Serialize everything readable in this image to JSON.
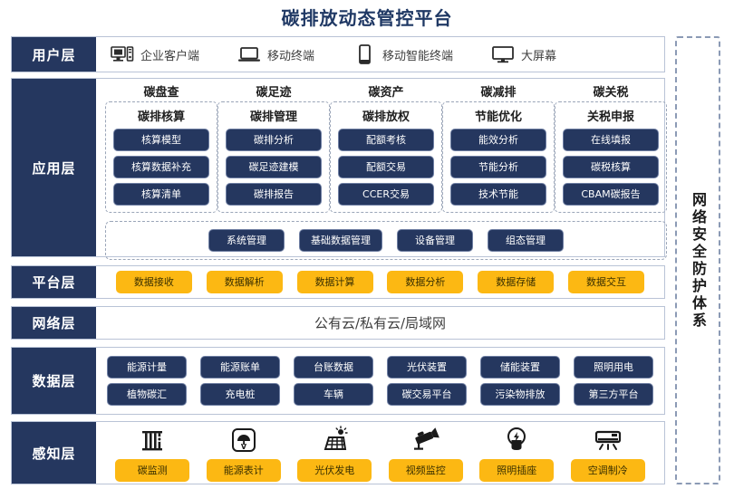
{
  "title": "碳排放动态管控平台",
  "security_panel": {
    "label": "网络安全防护体系"
  },
  "layers": {
    "user": {
      "label": "用户层",
      "items": [
        {
          "icon": "desktop-tower-icon",
          "label": "企业客户端"
        },
        {
          "icon": "laptop-icon",
          "label": "移动终端"
        },
        {
          "icon": "smartphone-icon",
          "label": "移动智能终端"
        },
        {
          "icon": "monitor-icon",
          "label": "大屏幕"
        }
      ]
    },
    "application": {
      "label": "应用层",
      "groups": [
        {
          "title": "碳盘查",
          "subtitle": "碳排核算",
          "items": [
            "核算模型",
            "核算数据补充",
            "核算清单"
          ]
        },
        {
          "title": "碳足迹",
          "subtitle": "碳排管理",
          "items": [
            "碳排分析",
            "碳足迹建模",
            "碳排报告"
          ]
        },
        {
          "title": "碳资产",
          "subtitle": "碳排放权",
          "items": [
            "配额考核",
            "配额交易",
            "CCER交易"
          ]
        },
        {
          "title": "碳减排",
          "subtitle": "节能优化",
          "items": [
            "能效分析",
            "节能分析",
            "技术节能"
          ]
        },
        {
          "title": "碳关税",
          "subtitle": "关税申报",
          "items": [
            "在线填报",
            "碳税核算",
            "CBAM碳报告"
          ]
        }
      ],
      "management": [
        "系统管理",
        "基础数据管理",
        "设备管理",
        "组态管理"
      ]
    },
    "platform": {
      "label": "平台层",
      "items": [
        "数据接收",
        "数据解析",
        "数据计算",
        "数据分析",
        "数据存储",
        "数据交互"
      ]
    },
    "network": {
      "label": "网络层",
      "text": "公有云/私有云/局域网"
    },
    "data": {
      "label": "数据层",
      "row1": [
        "能源计量",
        "能源账单",
        "台账数据",
        "光伏装置",
        "储能装置",
        "照明用电"
      ],
      "row2": [
        "植物碳汇",
        "充电桩",
        "车辆",
        "碳交易平台",
        "污染物排放",
        "第三方平台"
      ]
    },
    "perception": {
      "label": "感知层",
      "items": [
        {
          "icon": "carbon-sensor-icon",
          "label": "碳监测"
        },
        {
          "icon": "energy-meter-icon",
          "label": "能源表计"
        },
        {
          "icon": "solar-panel-icon",
          "label": "光伏发电"
        },
        {
          "icon": "cctv-camera-icon",
          "label": "视频监控"
        },
        {
          "icon": "lightbulb-icon",
          "label": "照明插座"
        },
        {
          "icon": "air-conditioner-icon",
          "label": "空调制冷"
        }
      ]
    }
  },
  "colors": {
    "navy": "#25375f",
    "yellow": "#fcb813",
    "title": "#1f3864",
    "border": "#b9c3d6",
    "dashed": "#9aa5b8"
  }
}
